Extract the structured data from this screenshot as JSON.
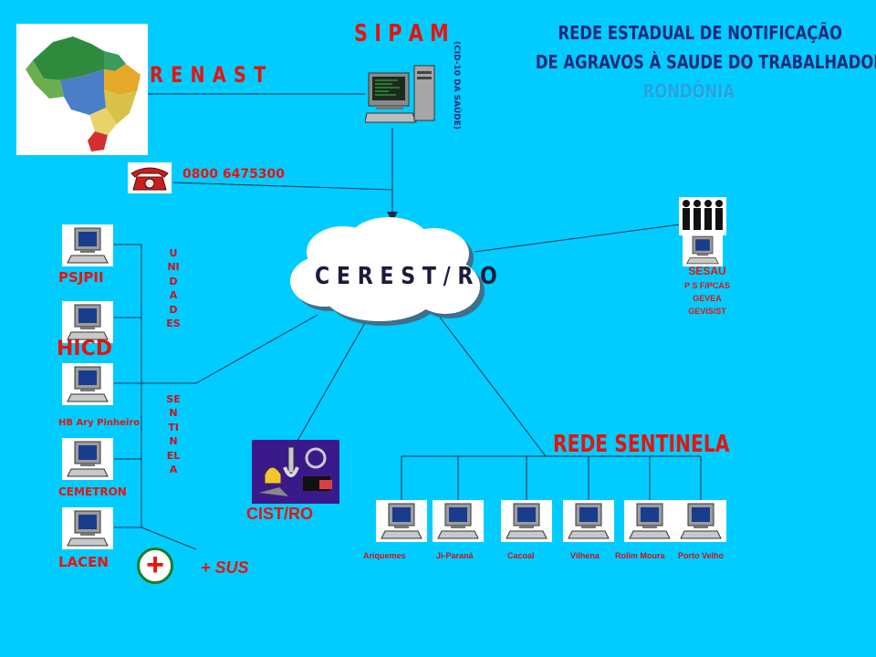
{
  "header": {
    "sipam": "S I P A M",
    "title_line1": "REDE ESTADUAL DE NOTIFICAÇÃO",
    "title_line2": "DE AGRAVOS À SAUDE DO TRABALHADOR",
    "title_line3": "RONDÔNIA",
    "renast": "R E N A S T",
    "vertical_computer_label": "(CID-10 DA SAÚDE)"
  },
  "phone": {
    "number": "0800 6475300"
  },
  "center": {
    "label": "C E R E S T / R O"
  },
  "sesau": {
    "title": "SESAU",
    "lines": [
      "P S F/PCAS",
      "GEVEA",
      "GEVIS/ST"
    ]
  },
  "unidades": {
    "vertical_1": "UNIDADES",
    "vertical_2": "SENTINELA",
    "items": [
      "PSJPII",
      "HICD",
      "HB Ary Pinheiro",
      "CEMETRON",
      "LACEN"
    ]
  },
  "cist": {
    "label": "CIST/RO"
  },
  "plus_sus": {
    "symbol": "+",
    "label": "+ SUS"
  },
  "rede_sentinela": {
    "title": "REDE SENTINELA",
    "cities": [
      "Ariquemes",
      "Ji-Paraná",
      "Cacoal",
      "Vilhena",
      "Rolim Moura",
      "Porto Velho"
    ]
  },
  "colors": {
    "background": "#00CCFF",
    "red": "#E8130C",
    "navy": "#1E2A78",
    "cloud": "#FFFFFF"
  }
}
